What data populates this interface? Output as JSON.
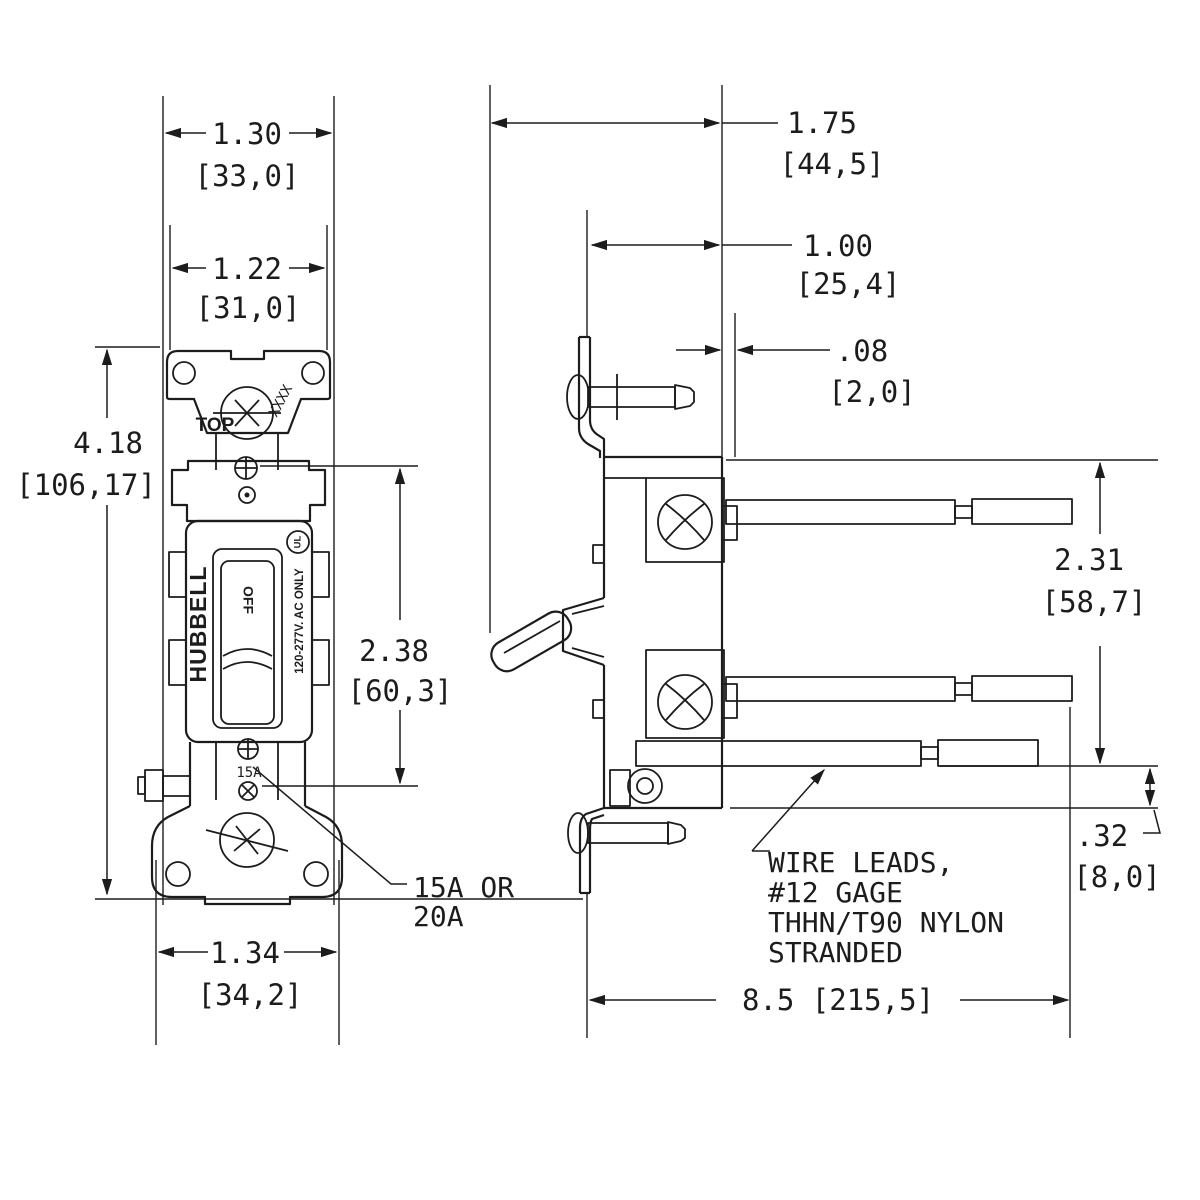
{
  "front_view": {
    "dims": {
      "plate_width_in": "1.30",
      "plate_width_mm": "[33,0]",
      "inner_width_in": "1.22",
      "inner_width_mm": "[31,0]",
      "overall_height_in": "4.18",
      "overall_height_mm": "[106,17]",
      "mount_hole_spacing_in": "2.38",
      "mount_hole_spacing_mm": "[60,3]",
      "strap_width_in": "1.34",
      "strap_width_mm": "[34,2]"
    },
    "labels": {
      "orientation": "TOP",
      "date_code": "XXXX",
      "brand": "HUBBELL",
      "toggle_position": "OFF",
      "rating": "120-277V. AC ONLY",
      "listing_mark": "UL",
      "ampere_marking": "15A"
    },
    "amp_callout_line1": "15A OR",
    "amp_callout_line2": "20A"
  },
  "side_view": {
    "dims": {
      "overall_depth_in": "1.75",
      "overall_depth_mm": "[44,5]",
      "body_depth_in": "1.00",
      "body_depth_mm": "[25,4]",
      "strap_offset_in": ".08",
      "strap_offset_mm": "[2,0]",
      "lead_spread_in": "2.31",
      "lead_spread_mm": "[58,7]",
      "lead_drop_in": ".32",
      "lead_drop_mm": "[8,0]",
      "lead_length": "8.5 [215,5]"
    },
    "wire_callout_line1": "WIRE LEADS,",
    "wire_callout_line2": "#12 GAGE",
    "wire_callout_line3": "THHN/T90 NYLON",
    "wire_callout_line4": "STRANDED"
  },
  "colors": {
    "ink": "#1c1c1c",
    "paper": "#ffffff"
  }
}
